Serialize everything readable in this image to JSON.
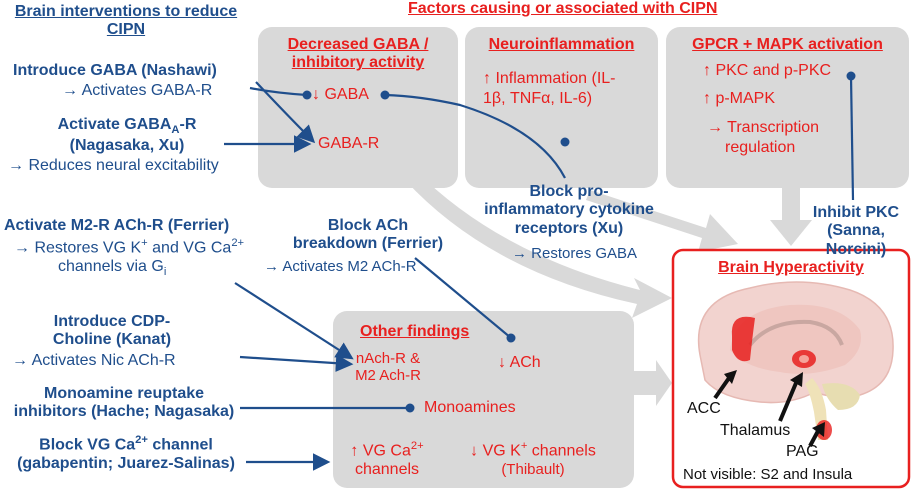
{
  "colors": {
    "blue": "#1f4e8c",
    "red": "#e8201f",
    "box_gray": "#d9d9d9",
    "arrow_gray": "#d9d9d9"
  },
  "left": {
    "heading_line1": "Brain interventions to reduce",
    "heading_line2": "CIPN",
    "gaba_title": "Introduce GABA (Nashawi)",
    "gaba_sub": "→ Activates GABA-R",
    "gabaar_title_a": "Activate GABA",
    "gabaar_title_sub": "A",
    "gabaar_title_b": "-R",
    "gabaar_title2": "(Nagasaka, Xu)",
    "gabaar_sub": "→ Reduces neural excitability",
    "m2_title": "Activate M2-R ACh-R (Ferrier)",
    "m2_sub1a": "→ Restores VG K",
    "m2_sub1sup": "+",
    "m2_sub1b": " and VG Ca",
    "m2_sub1sup2": "2+",
    "m2_sub2a": "channels via G",
    "m2_sub2sub": "i",
    "cdp_title1": "Introduce CDP-",
    "cdp_title2": "Choline (Kanat)",
    "cdp_sub": "→ Activates Nic ACh-R",
    "mono_title1": "Monoamine reuptake",
    "mono_title2": "inhibitors (Hache; Nagasaka)",
    "vgca_title1a": "Block VG Ca",
    "vgca_title1sup": "2+",
    "vgca_title1b": " channel",
    "vgca_title2": "(gabapentin; Juarez-Salinas)"
  },
  "top_heading": "Factors causing or associated with CIPN",
  "box_gaba": {
    "title1": "Decreased GABA /",
    "title2": "inhibitory activity",
    "item1": "↓ GABA",
    "item2": "GABA-R"
  },
  "box_neuro": {
    "title": "Neuroinflammation",
    "line1": "↑ Inflammation (IL-",
    "line2": "1β, TNFα, IL-6)"
  },
  "box_gpcr": {
    "title": "GPCR + MAPK activation",
    "line1": "↑ PKC and p-PKC",
    "line2": "↑ p-MAPK",
    "line3": "→ Transcription",
    "line4": "regulation"
  },
  "block_pro": {
    "line1": "Block pro-",
    "line2": "inflammatory cytokine",
    "line3": "receptors (Xu)",
    "sub": "→ Restores GABA"
  },
  "inhibit_pkc": {
    "line1": "Inhibit PKC",
    "line2": "(Sanna,",
    "line3": "Norcini)"
  },
  "block_ach": {
    "line1": "Block ACh",
    "line2": "breakdown (Ferrier)",
    "sub": "→ Activates M2 ACh-R"
  },
  "box_other": {
    "title": "Other findings",
    "nach1": "nAch-R &",
    "nach2": "M2 Ach-R",
    "ach": "↓ ACh",
    "mono": "Monoamines",
    "vgca1a": "↑ VG Ca",
    "vgca1sup": "2+",
    "vgca2": "channels",
    "vgk1a": "↓ VG K",
    "vgk1sup": "+",
    "vgk1b": " channels",
    "vgk2": "(Thibault)"
  },
  "brain": {
    "title": "Brain Hyperactivity",
    "acc": "ACC",
    "thalamus": "Thalamus",
    "pag": "PAG",
    "note": "Not visible: S2 and Insula"
  }
}
